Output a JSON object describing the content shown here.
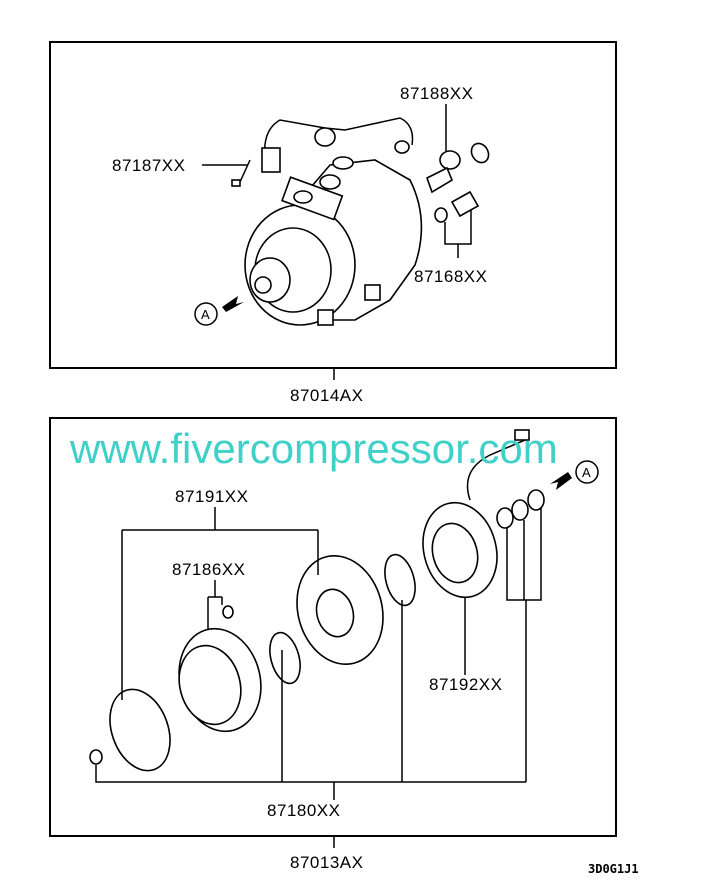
{
  "upper_panel": {
    "labels": {
      "pressure_switch": "87188XX",
      "harness": "87187XX",
      "valve": "87168XX"
    },
    "assembly": "87014AX",
    "view_marker": "A"
  },
  "watermark": "www.fivercompressor.com",
  "lower_panel": {
    "labels": {
      "clutch_hub": "87191XX",
      "bolt": "87186XX",
      "field_coil": "87192XX",
      "snap_rings": "87180XX"
    },
    "assembly": "87013AX",
    "view_marker": "A"
  },
  "drawing_code": "3D0G1J1"
}
